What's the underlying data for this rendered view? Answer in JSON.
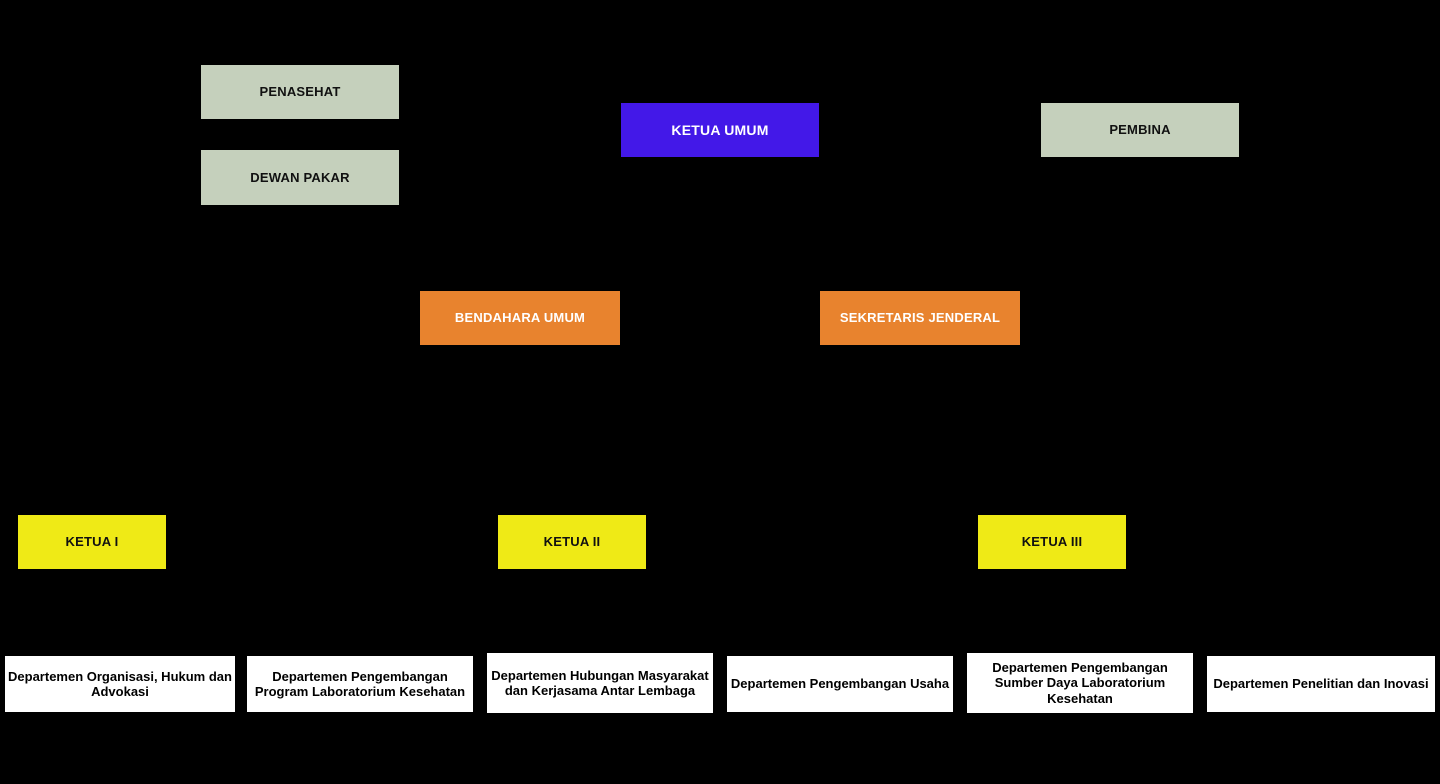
{
  "chart": {
    "type": "organization-chart",
    "background_color": "#000000",
    "palette": {
      "advisory": "#c5d0bc",
      "root": "#4318e8",
      "officer": "#e8832e",
      "vice_chair": "#efea16",
      "department": "#ffffff",
      "department_text": "#000000"
    },
    "tiers": [
      {
        "name": "advisory-and-patron",
        "nodes": [
          {
            "id": "penasehat",
            "label": "PENASEHAT",
            "color": "#c5d0bc"
          },
          {
            "id": "dewan-pakar",
            "label": "DEWAN PAKAR",
            "color": "#c5d0bc"
          },
          {
            "id": "ketua-umum",
            "label": "KETUA UMUM",
            "color": "#4318e8"
          },
          {
            "id": "pembina",
            "label": "PEMBINA",
            "color": "#c5d0bc"
          }
        ]
      },
      {
        "name": "officers",
        "nodes": [
          {
            "id": "bendahara-umum",
            "label": "BENDAHARA UMUM",
            "color": "#e8832e"
          },
          {
            "id": "sekretaris-jenderal",
            "label": "SEKRETARIS JENDERAL",
            "color": "#e8832e"
          }
        ]
      },
      {
        "name": "vice-chairs",
        "nodes": [
          {
            "id": "ketua-1",
            "label": "KETUA I",
            "color": "#efea16"
          },
          {
            "id": "ketua-2",
            "label": "KETUA II",
            "color": "#efea16"
          },
          {
            "id": "ketua-3",
            "label": "KETUA III",
            "color": "#efea16"
          }
        ]
      },
      {
        "name": "departments",
        "nodes": [
          {
            "id": "dept-1",
            "label": "Departemen Organisasi, Hukum dan Advokasi",
            "color": "#ffffff"
          },
          {
            "id": "dept-2",
            "label": "Departemen Pengembangan Program Laboratorium Kesehatan",
            "color": "#ffffff"
          },
          {
            "id": "dept-3",
            "label": "Departemen Hubungan Masyarakat dan Kerjasama Antar Lembaga",
            "color": "#ffffff"
          },
          {
            "id": "dept-4",
            "label": "Departemen Pengembangan Usaha",
            "color": "#ffffff"
          },
          {
            "id": "dept-5",
            "label": "Departemen Pengembangan Sumber Daya Laboratorium Kesehatan",
            "color": "#ffffff"
          },
          {
            "id": "dept-6",
            "label": "Departemen Penelitian dan Inovasi",
            "color": "#ffffff"
          }
        ]
      }
    ],
    "nodes": {
      "penasehat": "PENASEHAT",
      "dewan_pakar": "DEWAN PAKAR",
      "ketua_umum": "KETUA UMUM",
      "pembina": "PEMBINA",
      "bendahara_umum": "BENDAHARA UMUM",
      "sekretaris_jenderal": "SEKRETARIS JENDERAL",
      "ketua_1": "KETUA I",
      "ketua_2": "KETUA II",
      "ketua_3": "KETUA III",
      "dept_1": "Departemen Organisasi, Hukum dan Advokasi",
      "dept_2": "Departemen Pengembangan Program Laboratorium Kesehatan",
      "dept_3": "Departemen Hubungan Masyarakat dan Kerjasama Antar Lembaga",
      "dept_4": "Departemen Pengembangan Usaha",
      "dept_5": "Departemen Pengembangan Sumber Daya Laboratorium Kesehatan",
      "dept_6": "Departemen Penelitian dan Inovasi"
    }
  }
}
